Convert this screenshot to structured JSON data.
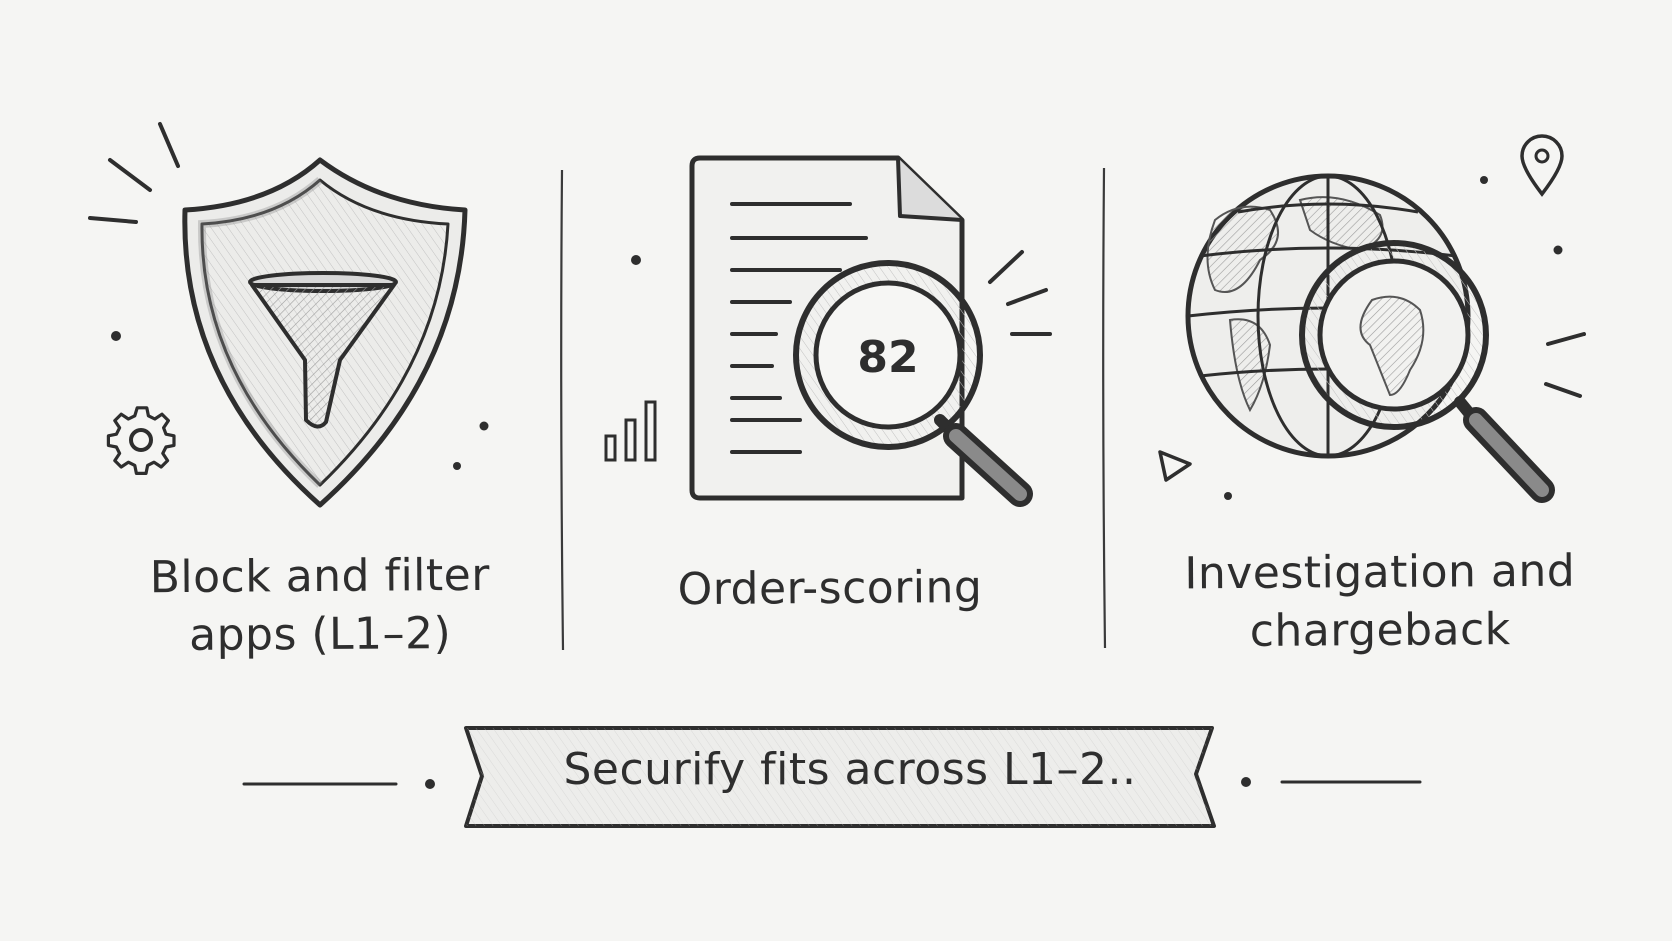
{
  "panels": [
    {
      "id": "block-filter",
      "label_line1": "Block and filter",
      "label_line2": "apps (L1–2)",
      "icon": "shield-funnel-icon"
    },
    {
      "id": "order-scoring",
      "label_line1": "Order-scoring",
      "score": "82",
      "icon": "document-magnifier-icon"
    },
    {
      "id": "investigation",
      "label_line1": "Investigation and",
      "label_line2": "chargeback",
      "icon": "globe-magnifier-icon"
    }
  ],
  "banner": {
    "text": "Securify fits across L1–2.."
  },
  "colors": {
    "background": "#f5f5f3",
    "ink": "#2e2e2e",
    "shade": "#cfcfcf"
  }
}
